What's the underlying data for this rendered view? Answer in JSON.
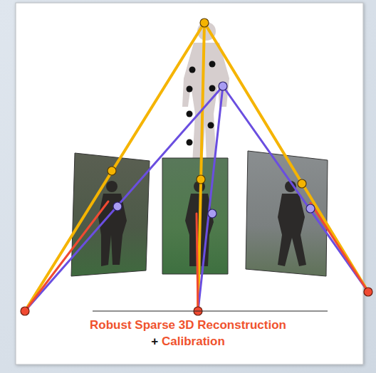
{
  "diagram": {
    "labels": [
      "Robust Sparse 3D Reconstruction",
      "+",
      "Calibration"
    ]
  }
}
